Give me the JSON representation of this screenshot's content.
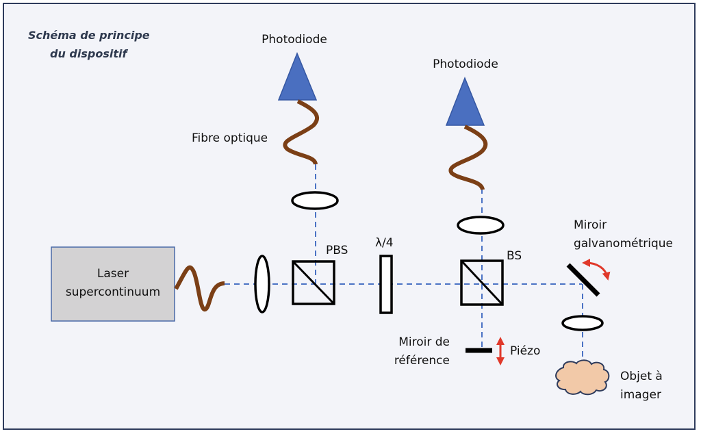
{
  "title": {
    "line1": "Schéma de principe",
    "line2": "du dispositif"
  },
  "labels": {
    "photodiode_left": "Photodiode",
    "photodiode_right": "Photodiode",
    "fiber": "Fibre optique",
    "laser_line1": "Laser",
    "laser_line2": "supercontinuum",
    "pbs": "PBS",
    "quarter_wave": "λ/4",
    "bs": "BS",
    "galvo_line1": "Miroir",
    "galvo_line2": "galvanométrique",
    "ref_mirror_line1": "Miroir de",
    "ref_mirror_line2": "référence",
    "piezo": "Piézo",
    "object_line1": "Objet à",
    "object_line2": "imager"
  },
  "colors": {
    "beam": "#4a72c4",
    "fiber": "#7b3f16",
    "photodiode": "#4a6fc0",
    "laser_box": "#d3d2d3",
    "arrow": "#e0392b",
    "object": "#f2c9a8",
    "background": "#f3f4f9",
    "frame": "#2e3b5c"
  }
}
